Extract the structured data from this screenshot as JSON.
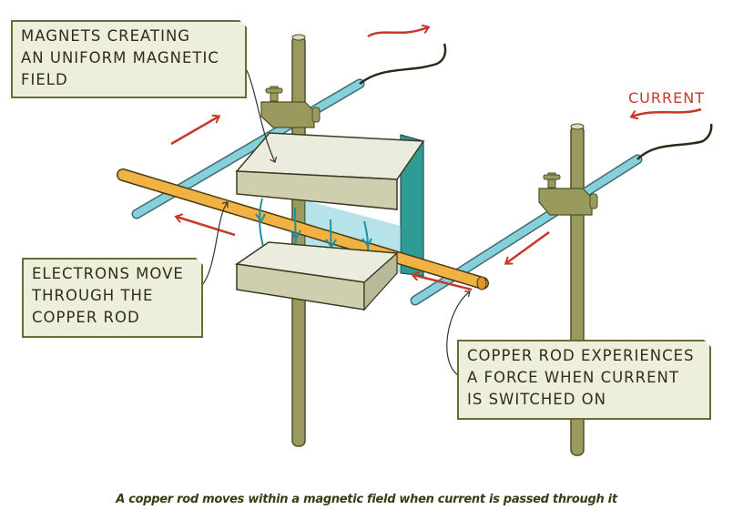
{
  "diagram": {
    "title": "Copper rod in a magnetic field (motor effect)",
    "labels": {
      "magnets": [
        "MAGNETS CREATING",
        "AN UNIFORM MAGNETIC",
        "FIELD"
      ],
      "electrons": [
        "ELECTRONS MOVE",
        "THROUGH THE",
        "COPPER ROD"
      ],
      "force": [
        "COPPER ROD EXPERIENCES",
        "A FORCE WHEN CURRENT",
        "IS SWITCHED ON"
      ]
    },
    "current_label": "CURRENT",
    "caption": "A copper rod moves within a magnetic field when current is passed through it",
    "colors": {
      "arrow": "#c8372a",
      "rail": "#86d0dc",
      "copper_rod": "#f0b243",
      "magnet": "#ececde",
      "magnet_back": "#2e9c94",
      "stand": "#9a9a5e",
      "field_lines": "#1f8fa3",
      "label_bg": "#eeeedd",
      "label_border": "#6b6b3a"
    }
  }
}
